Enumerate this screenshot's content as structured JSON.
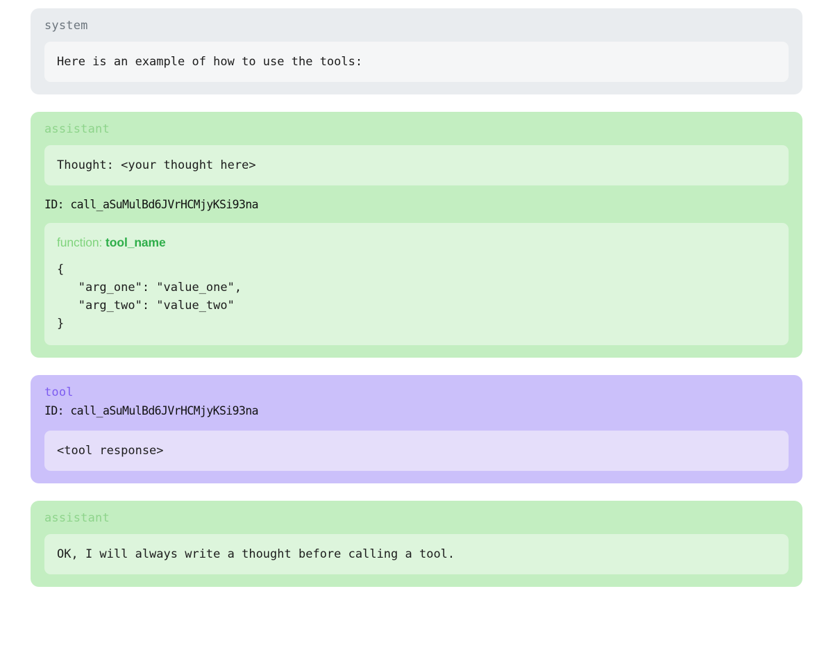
{
  "conversation": {
    "messages": [
      {
        "role": "system",
        "role_label": "system",
        "content": "Here is an example of how to use the tools:"
      },
      {
        "role": "assistant",
        "role_label": "assistant",
        "content": "Thought: <your thought here>",
        "call_id_line": "ID: call_aSuMulBd6JVrHCMjyKSi93na",
        "tool_call": {
          "function_label": "function:",
          "function_name": "tool_name",
          "arguments": "{\n   \"arg_one\": \"value_one\",\n   \"arg_two\": \"value_two\"\n}"
        }
      },
      {
        "role": "tool",
        "role_label": "tool",
        "call_id_line": "ID: call_aSuMulBd6JVrHCMjyKSi93na",
        "content": "<tool response>"
      },
      {
        "role": "assistant",
        "role_label": "assistant",
        "content": "OK, I will always write a thought before calling a tool."
      }
    ]
  },
  "colors": {
    "system_bg": "#e9ecef",
    "system_bubble": "#f5f6f7",
    "system_role": "#6c757d",
    "assistant_bg": "#c3eec1",
    "assistant_bubble": "#ddf5dc",
    "assistant_role": "#8ed48b",
    "tool_bg": "#cbc0fa",
    "tool_bubble": "#e5defa",
    "tool_role": "#7d5cf0",
    "function_label": "#7fd37c",
    "function_name": "#2fae4a",
    "body_text": "#1c1c1c"
  }
}
